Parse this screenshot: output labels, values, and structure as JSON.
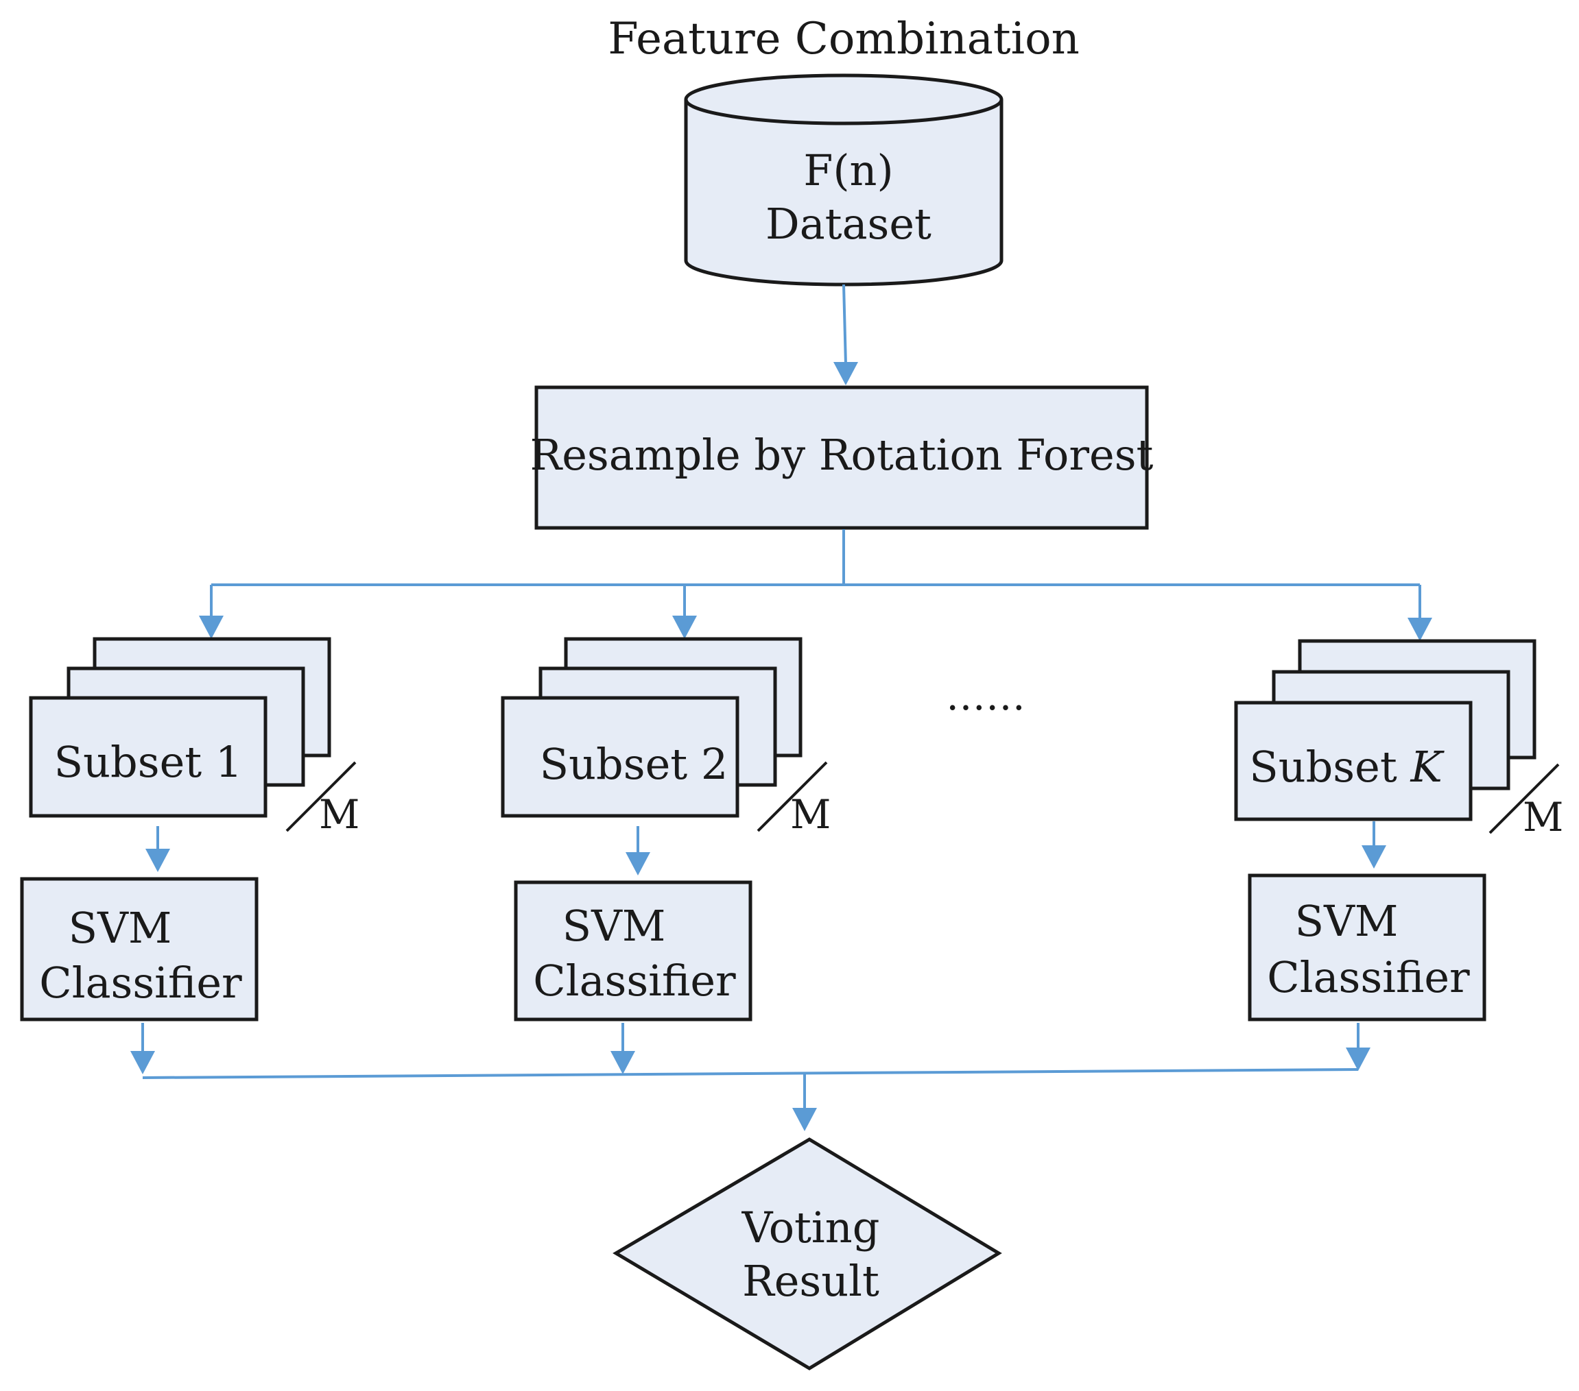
{
  "header": {
    "title": "Feature Combination"
  },
  "dataset": {
    "line1": "F(n)",
    "line2": "Dataset"
  },
  "resample": {
    "label": "Resample by Rotation Forest"
  },
  "subsets": [
    {
      "label": "Subset 1",
      "m_label": "M"
    },
    {
      "label": "Subset 2",
      "m_label": "M"
    },
    {
      "label_prefix": "Subset ",
      "label_var": "K",
      "m_label": "M"
    }
  ],
  "ellipsis": "……",
  "classifiers": [
    {
      "line1": "SVM",
      "line2": "Classifier"
    },
    {
      "line1": "SVM",
      "line2": "Classifier"
    },
    {
      "line1": "SVM",
      "line2": "Classifier"
    }
  ],
  "voting": {
    "line1": "Voting",
    "line2": "Result"
  },
  "colors": {
    "box_fill": "#e6ecf6",
    "arrow": "#5b9bd5",
    "stroke": "#1a1a1a"
  }
}
